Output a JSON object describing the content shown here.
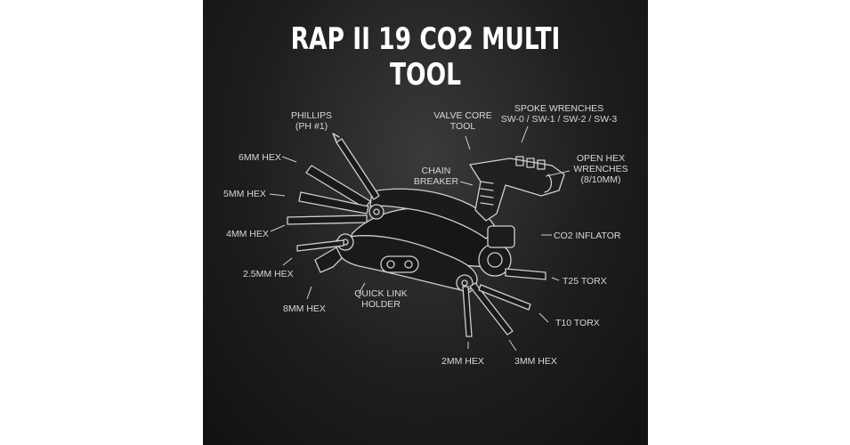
{
  "title": "RAP II 19 CO2 MULTI TOOL",
  "colors": {
    "background": "#ffffff",
    "panel": "#1e1e1e",
    "text": "#ffffff",
    "lines": "#cfcfcf"
  },
  "labels": {
    "phillips_1": "PHILLIPS",
    "phillips_2": "(PH #1)",
    "valve_core_1": "VALVE CORE",
    "valve_core_2": "TOOL",
    "spoke_1": "SPOKE WRENCHES",
    "spoke_2": "SW-0 / SW-1 / SW-2 / SW-3",
    "hex6": "6MM HEX",
    "chain_1": "CHAIN",
    "chain_2": "BREAKER",
    "open_hex_1": "OPEN HEX",
    "open_hex_2": "WRENCHES",
    "open_hex_3": "(8/10MM)",
    "hex5": "5MM HEX",
    "hex4": "4MM HEX",
    "co2": "CO2 INFLATOR",
    "hex25": "2.5MM HEX",
    "t25": "T25 TORX",
    "quick_1": "QUICK LINK",
    "quick_2": "HOLDER",
    "hex8": "8MM HEX",
    "t10": "T10 TORX",
    "hex2": "2MM HEX",
    "hex3": "3MM HEX"
  }
}
